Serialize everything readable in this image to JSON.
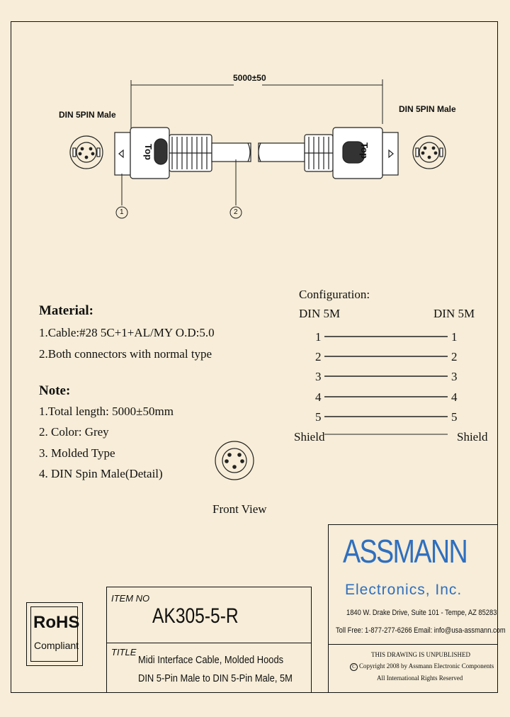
{
  "top_drawing": {
    "length_label": "5000±50",
    "left_connector_label": "DIN 5PIN Male",
    "right_connector_label": "DIN 5PIN Male",
    "hood_marking": "Top",
    "callouts": [
      "1",
      "2"
    ]
  },
  "material": {
    "heading": "Material:",
    "items": [
      "1.Cable:#28 5C+1+AL/MY O.D:5.0",
      "2.Both connectors with normal type"
    ]
  },
  "note": {
    "heading": "Note:",
    "items": [
      "1.Total length: 5000±50mm",
      "2. Color: Grey",
      "3. Molded Type",
      "4. DIN Spin Male(Detail)"
    ]
  },
  "configuration": {
    "heading": "Configuration:",
    "left_header": "DIN 5M",
    "right_header": "DIN 5M",
    "rows": [
      {
        "left": "1",
        "right": "1"
      },
      {
        "left": "2",
        "right": "2"
      },
      {
        "left": "3",
        "right": "3"
      },
      {
        "left": "4",
        "right": "4"
      },
      {
        "left": "5",
        "right": "5"
      },
      {
        "left": "Shield",
        "right": "Shield"
      }
    ]
  },
  "front_view_label": "Front View",
  "rohs": {
    "line1": "RoHS",
    "line2": "Compliant"
  },
  "item": {
    "label": "ITEM NO",
    "value": "AK305-5-R"
  },
  "title": {
    "label": "TITLE",
    "line1": "Midi Interface Cable, Molded Hoods",
    "line2": "DIN 5-Pin Male to DIN 5-Pin Male, 5M"
  },
  "company": {
    "name": "ASSMANN",
    "subname": "Electronics, Inc.",
    "address": "1840 W. Drake Drive, Suite 101 - Tempe, AZ 85283",
    "contact": "Toll Free: 1-877-277-6266   Email: info@usa-assmann.com",
    "color": "#2f6fbf"
  },
  "copyright": {
    "line1": "THIS DRAWING IS UNPUBLISHED",
    "line2": "Copyright 2008 by Assmann Electronic Components",
    "line3": "All International Rights Reserved"
  }
}
